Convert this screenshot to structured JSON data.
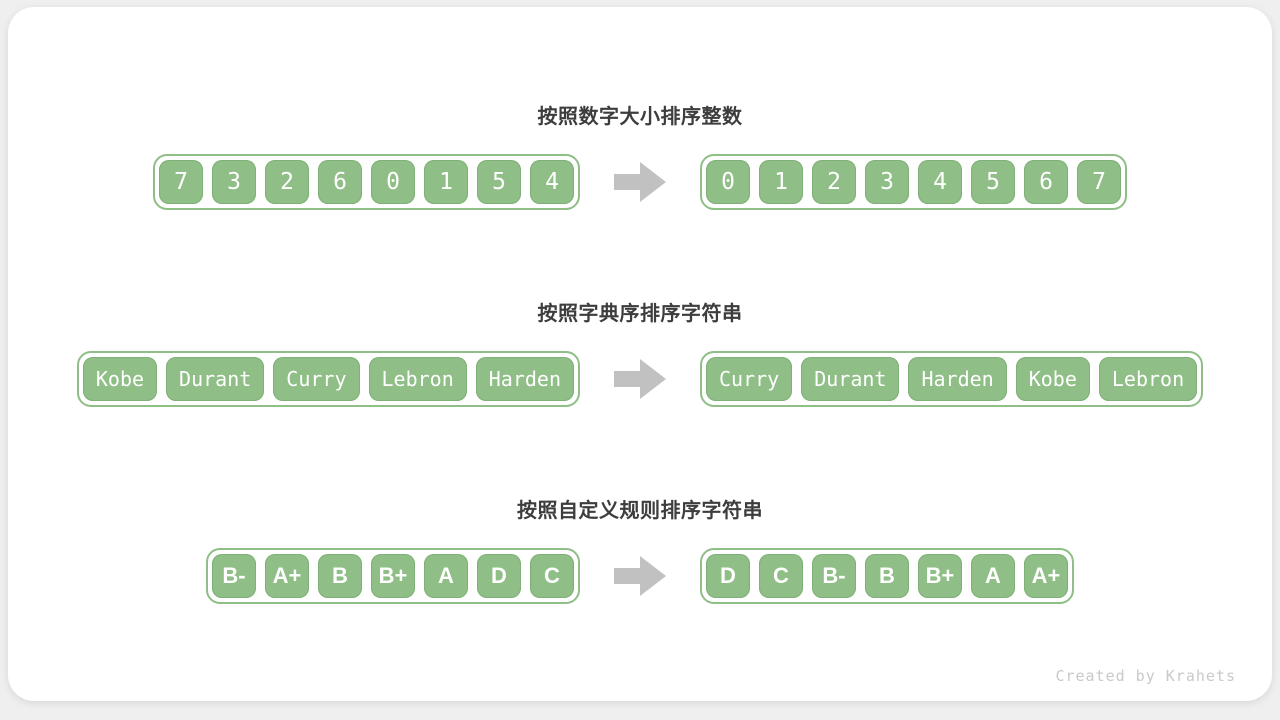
{
  "watermark": "Created by Krahets",
  "icons": {
    "transform_arrow": "arrow-right-icon"
  },
  "colors": {
    "cell_green": "#8fbe86",
    "cell_edge_green": "#7fb077",
    "container_border_green": "#8fbe86",
    "arrow_gray": "#c1c1c1",
    "title_text": "#3d3d3d",
    "cell_text": "#ffffff",
    "page_background": "#efefef",
    "card_background": "#ffffff"
  },
  "sections": [
    {
      "title": "按照数字大小排序整数",
      "variant": "mono-square",
      "before": [
        "7",
        "3",
        "2",
        "6",
        "0",
        "1",
        "5",
        "4"
      ],
      "after": [
        "0",
        "1",
        "2",
        "3",
        "4",
        "5",
        "6",
        "7"
      ]
    },
    {
      "title": "按照字典序排序字符串",
      "variant": "mono-wide",
      "before": [
        "Kobe",
        "Durant",
        "Curry",
        "Lebron",
        "Harden"
      ],
      "after": [
        "Curry",
        "Durant",
        "Harden",
        "Kobe",
        "Lebron"
      ]
    },
    {
      "title": "按照自定义规则排序字符串",
      "variant": "sans-square",
      "before": [
        "B-",
        "A+",
        "B",
        "B+",
        "A",
        "D",
        "C"
      ],
      "after": [
        "D",
        "C",
        "B-",
        "B",
        "B+",
        "A",
        "A+"
      ]
    }
  ]
}
